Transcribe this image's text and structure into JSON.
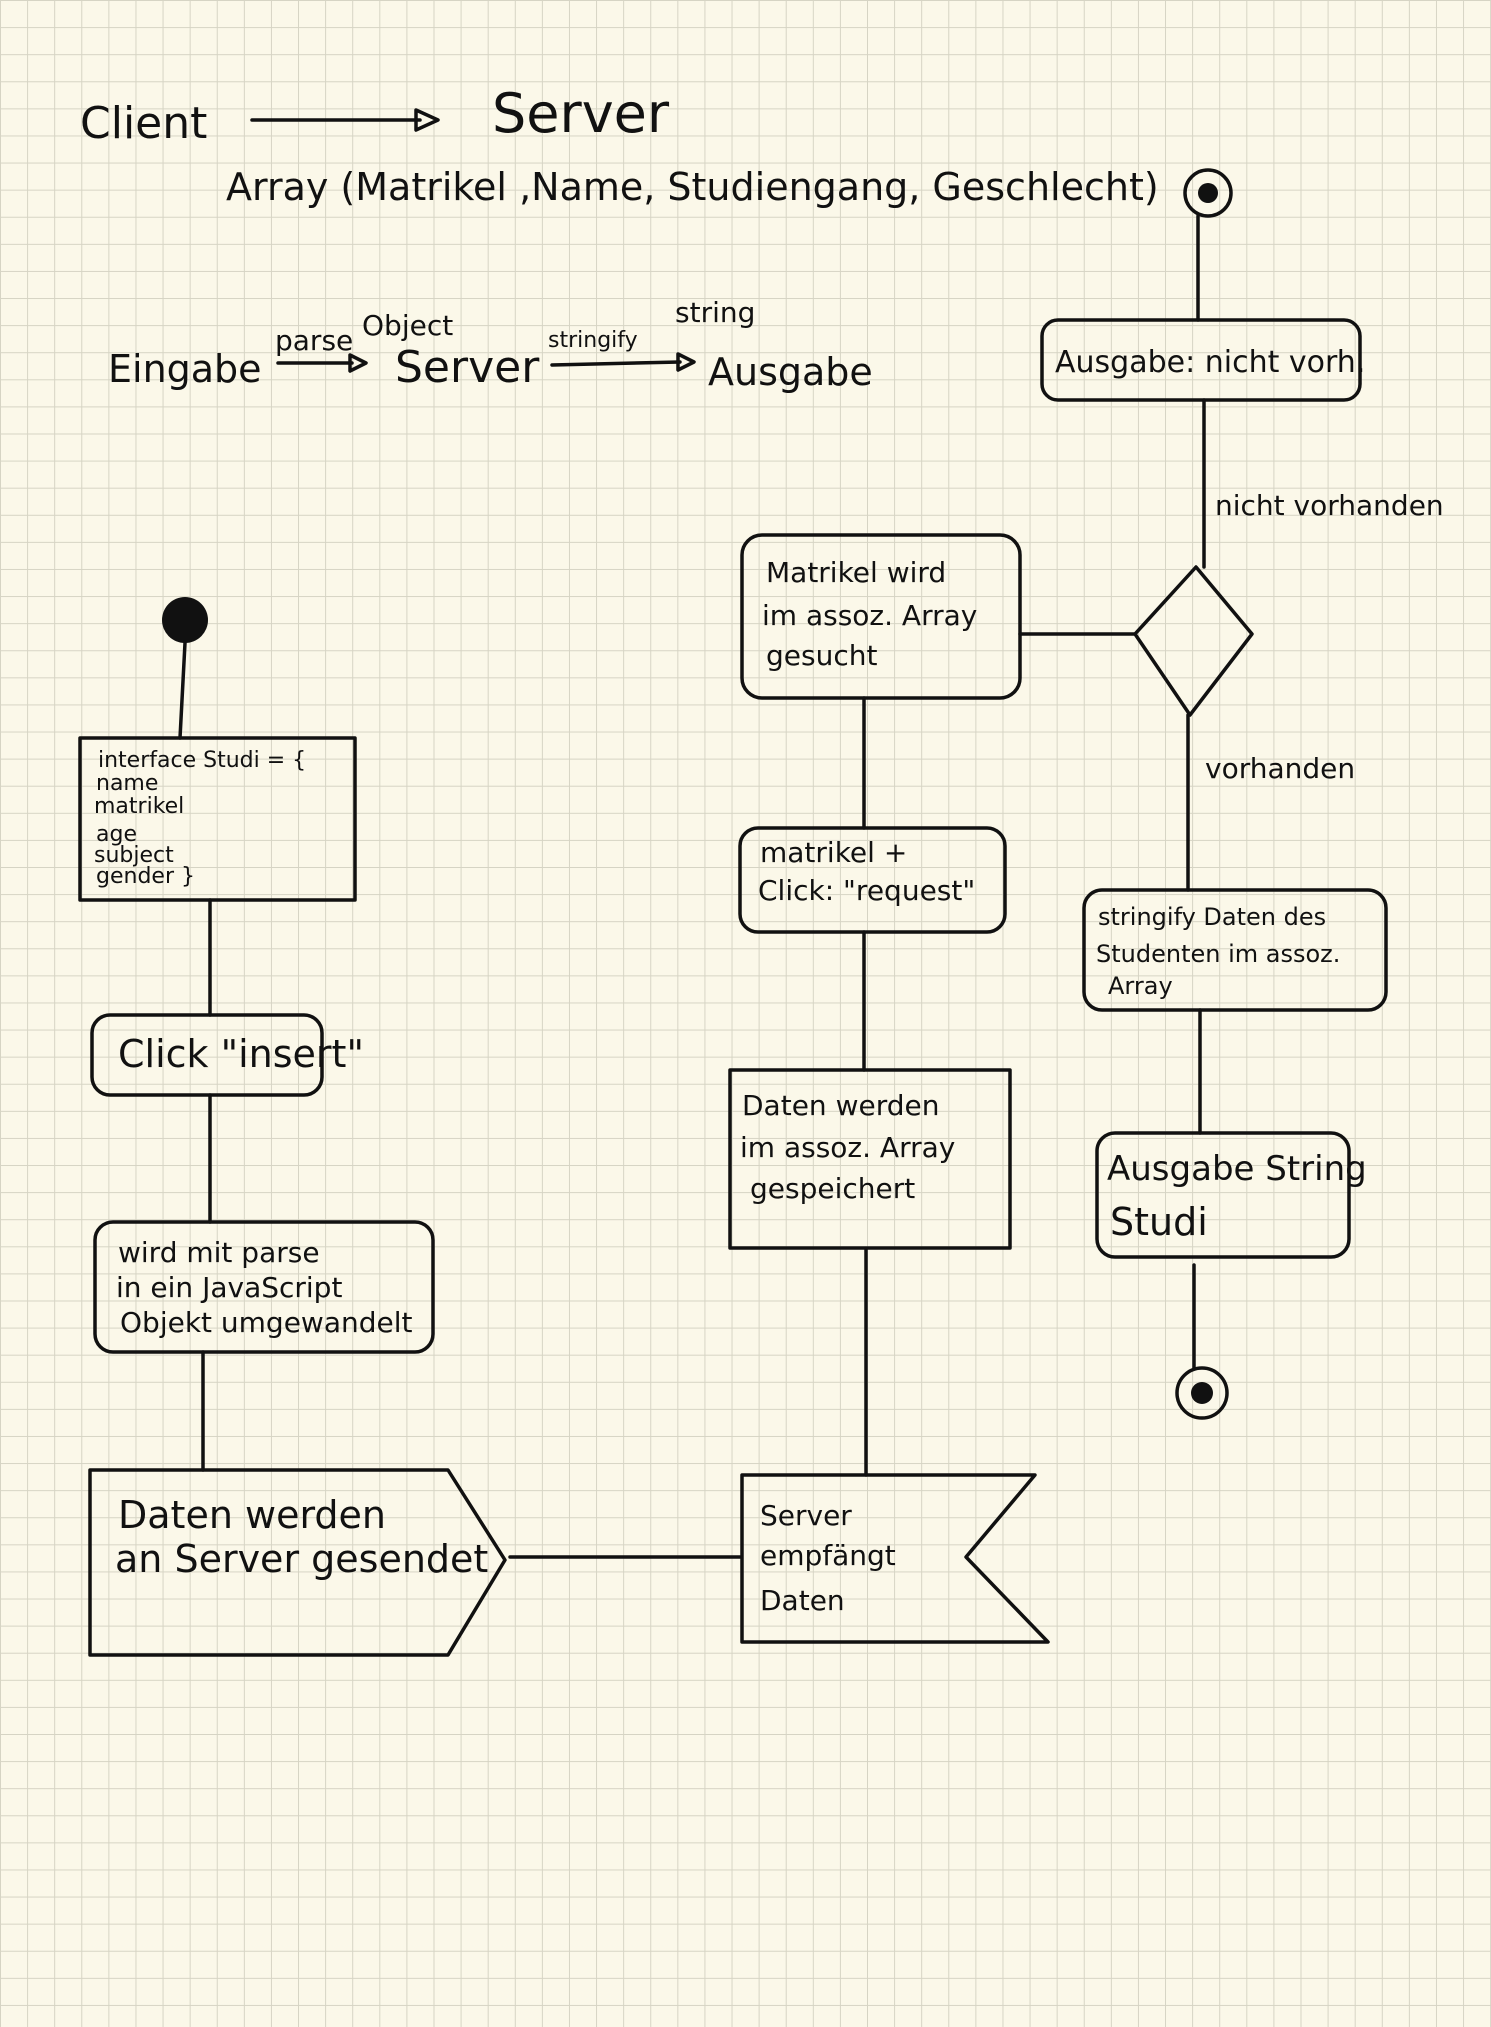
{
  "header": {
    "client": "Client",
    "server": "Server",
    "array_line": "Array (Matrikel ,Name, Studiengang, Geschlecht)"
  },
  "flow_line": {
    "input": "Eingabe",
    "parse": "parse",
    "object": "Object",
    "server": "Server",
    "stringify": "stringify",
    "string": "string",
    "output": "Ausgabe"
  },
  "left_column": {
    "interface_lines": [
      "interface Studi = {",
      "name",
      "matrikel",
      "age",
      "subject",
      "gender }"
    ],
    "click_insert": "Click \"insert\"",
    "parse_lines": [
      "wird mit parse",
      "in ein JavaScript",
      "Objekt umgewandelt"
    ],
    "send_lines": [
      "Daten werden",
      "an Server gesendet"
    ]
  },
  "middle_column": {
    "search_lines": [
      "Matrikel wird",
      "im assoz. Array",
      "gesucht"
    ],
    "request_lines": [
      "matrikel +",
      "Click: \"request\""
    ],
    "store_lines": [
      "Daten werden",
      "im assoz. Array",
      "gespeichert"
    ],
    "receive_lines": [
      "Server",
      "empfängt",
      "Daten"
    ]
  },
  "right_column": {
    "output_none": "Ausgabe: nicht vorh.",
    "not_present": "nicht vorhanden",
    "present": "vorhanden",
    "stringify_lines": [
      "stringify Daten des",
      "Studenten im assoz.",
      "Array"
    ],
    "output_lines": [
      "Ausgabe String",
      "Studi"
    ]
  }
}
